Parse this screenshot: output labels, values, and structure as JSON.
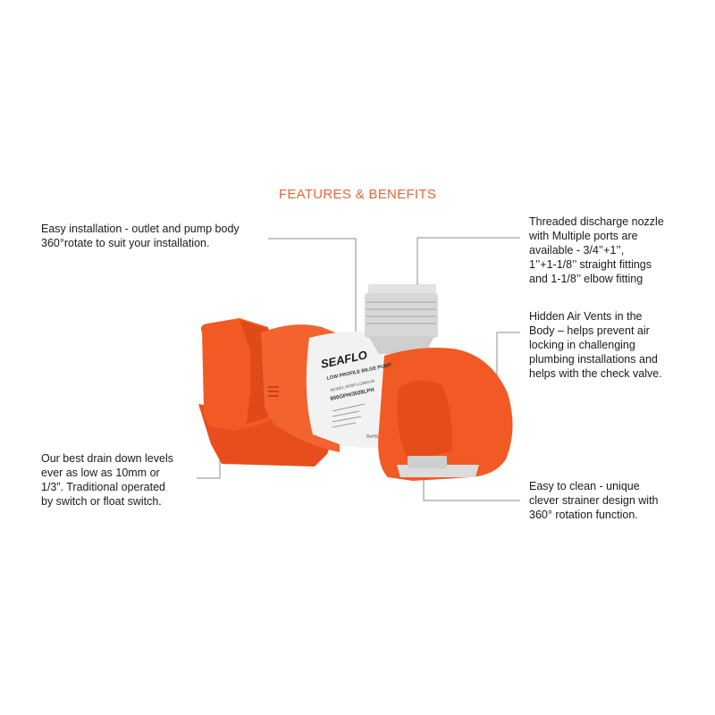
{
  "title": "FEATURES & BENEFITS",
  "colors": {
    "accent": "#e8643a",
    "pump_orange": "#f15a24",
    "leader": "#8c8c8c"
  },
  "callouts": [
    {
      "id": "rotate",
      "lines": [
        "Easy installation - outlet and pump body",
        "360°rotate to suit your installation."
      ]
    },
    {
      "id": "nozzle",
      "lines": [
        "Threaded discharge nozzle",
        "with Multiple ports are",
        "available - 3/4’’+1’’,",
        "1’’+1-1/8’’ straight fittings",
        "and 1-1/8’’ elbow fitting"
      ]
    },
    {
      "id": "vents",
      "lines": [
        "Hidden Air Vents in the",
        "Body – helps prevent air",
        "locking in challenging",
        "plumbing installations and",
        "helps with the check valve."
      ]
    },
    {
      "id": "drain",
      "lines": [
        "Our best drain down levels",
        "ever as low as 10mm or",
        "1/3”. Traditional operated",
        "by switch or float switch."
      ]
    },
    {
      "id": "strainer",
      "lines": [
        "Easy to clean - unique",
        "clever strainer design with",
        "360° rotation function."
      ]
    }
  ],
  "product": {
    "logo": "SEAFLO",
    "label_lines": [
      "LOW PROFILE BILGE PUMP",
      "MODEL:SFBP1-G800-06",
      "800GPH/3028LPH"
    ],
    "mark": "RoHS"
  }
}
